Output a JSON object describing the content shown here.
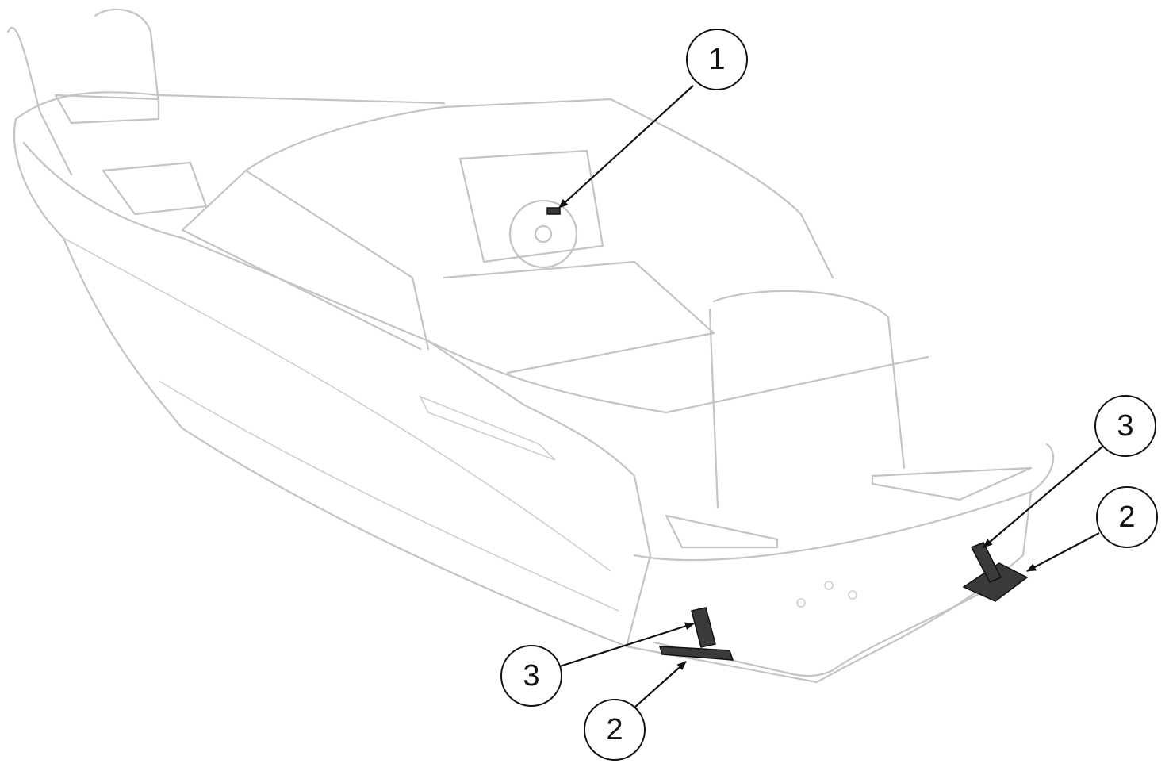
{
  "diagram": {
    "subject": "boat-trim-tab-system",
    "callouts": [
      {
        "label": "1",
        "target": "helm-trim-switch"
      },
      {
        "label": "3",
        "target": "starboard-trim-actuator"
      },
      {
        "label": "2",
        "target": "starboard-trim-plate"
      },
      {
        "label": "3",
        "target": "port-trim-actuator"
      },
      {
        "label": "2",
        "target": "port-trim-plate"
      }
    ]
  },
  "colors": {
    "outline": "#c4c4c4",
    "callout": "#111111",
    "parts": "#3a3a3a"
  }
}
